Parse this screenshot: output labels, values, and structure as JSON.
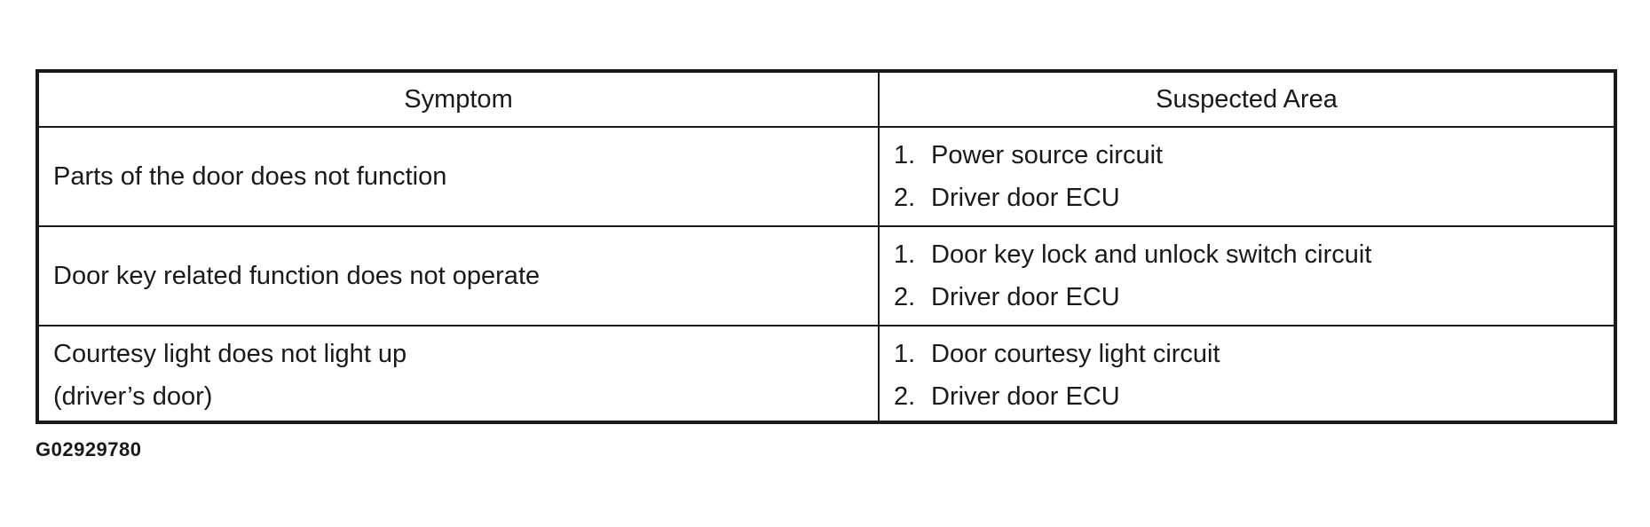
{
  "table": {
    "headers": {
      "symptom": "Symptom",
      "area": "Suspected Area"
    },
    "rows": [
      {
        "symptom": [
          "Parts of the door does not function"
        ],
        "areas": [
          {
            "num": "1.",
            "text": "Power source circuit"
          },
          {
            "num": "2.",
            "text": "Driver door ECU"
          }
        ]
      },
      {
        "symptom": [
          "Door key related function does not operate"
        ],
        "areas": [
          {
            "num": "1.",
            "text": "Door key lock and unlock switch circuit"
          },
          {
            "num": "2.",
            "text": "Driver door ECU"
          }
        ]
      },
      {
        "symptom": [
          "Courtesy light does not light up",
          "(driver’s door)"
        ],
        "areas": [
          {
            "num": "1.",
            "text": "Door courtesy light circuit"
          },
          {
            "num": "2.",
            "text": "Driver door ECU"
          }
        ]
      }
    ]
  },
  "figure_id": "G02929780"
}
